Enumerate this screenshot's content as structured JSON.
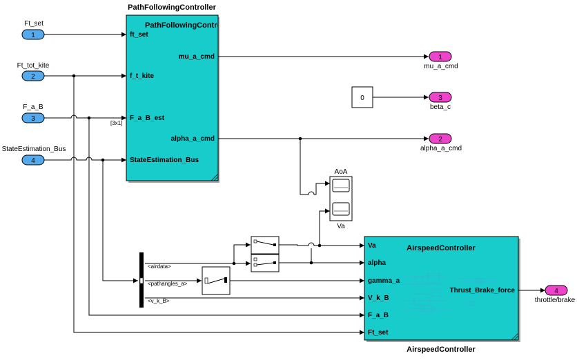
{
  "inports": [
    {
      "num": "1",
      "name": "Ft_set"
    },
    {
      "num": "2",
      "name": "Ft_tot_kite"
    },
    {
      "num": "3",
      "name": "F_a_B"
    },
    {
      "num": "4",
      "name": "StateEstimation_Bus"
    }
  ],
  "outports": [
    {
      "num": "1",
      "name": "mu_a_cmd"
    },
    {
      "num": "3",
      "name": "beta_c"
    },
    {
      "num": "2",
      "name": "alpha_a_cmd"
    },
    {
      "num": "4",
      "name": "throttle/brake"
    }
  ],
  "path_controller": {
    "title": "PathFollowingController",
    "inner_title": "PathFollowingContro",
    "inputs": [
      "ft_set",
      "f_t_kite",
      "F_a_B_est",
      "StateEstimation_Bus"
    ],
    "outputs": [
      "mu_a_cmd",
      "alpha_a_cmd"
    ]
  },
  "airspeed_controller": {
    "inner_title": "AirspeedController",
    "bottom_title": "AirspeedController",
    "inputs": [
      "Va",
      "alpha",
      "gamma_a",
      "V_k_B",
      "F_a_B",
      "Ft_set"
    ],
    "output": "Thrust_Brake_force"
  },
  "constant_value": "0",
  "dimension_label": "[3x1]",
  "scope": {
    "top_label": "AoA",
    "bottom_label": "Va"
  },
  "bus_selector_signals": [
    "<airdata>",
    "<pathangles_a>",
    "<v_k_B>"
  ],
  "colors": {
    "block_fill": "#19cccc",
    "inport_fill": "#55aaee",
    "outport_fill": "#ee44cc"
  }
}
